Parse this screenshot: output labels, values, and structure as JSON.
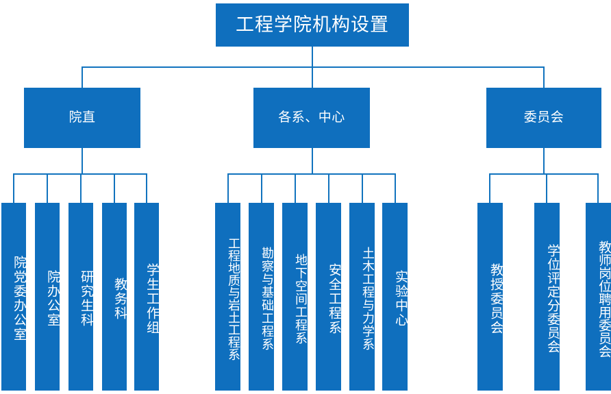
{
  "chart_data": {
    "type": "diagram",
    "title": "工程学院机构设置",
    "diagram_kind": "organizational-chart",
    "orientation": "top-down",
    "accent_color": "#0F6FBE",
    "connector_color": "#1173BE",
    "text_color": "#FFFFFF",
    "background_color": "#FFFFFF",
    "levels": 3,
    "node_count": 18
  },
  "root": {
    "label": "工程学院机构设置"
  },
  "branches": [
    {
      "id": "branch-yuanzhi",
      "label": "院直",
      "leaves": [
        {
          "label": "院党委办公室"
        },
        {
          "label": "院办公室"
        },
        {
          "label": "研究生科"
        },
        {
          "label": "教务科"
        },
        {
          "label": "学生工作组"
        }
      ]
    },
    {
      "id": "branch-xizhongxin",
      "label": "各系、中心",
      "leaves": [
        {
          "label": "工程地质与岩土工程系"
        },
        {
          "label": "勘察与基础工程系"
        },
        {
          "label": "地下空间工程系"
        },
        {
          "label": "安全工程系"
        },
        {
          "label": "土木工程与力学系"
        },
        {
          "label": "实验中心"
        }
      ]
    },
    {
      "id": "branch-weiyuanhui",
      "label": "委员会",
      "leaves": [
        {
          "label": "教授委员会"
        },
        {
          "label": "学位评定分委员会"
        },
        {
          "label": "教师岗位聘用委员会"
        }
      ]
    }
  ]
}
